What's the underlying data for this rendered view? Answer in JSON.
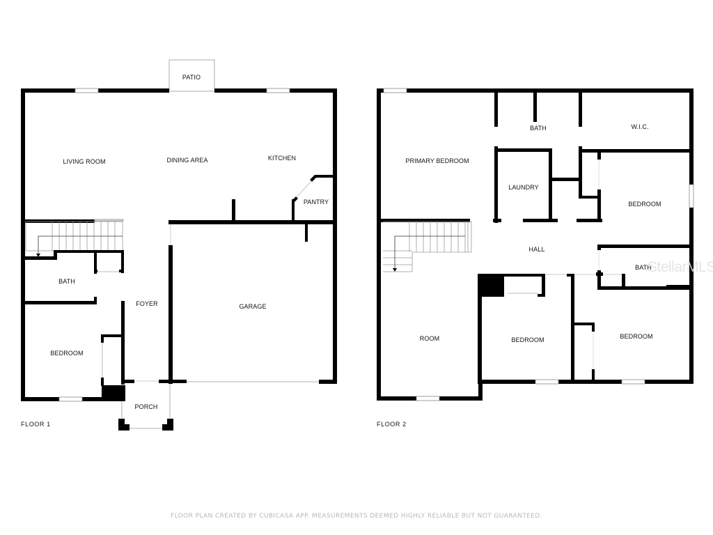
{
  "floor1": {
    "label": "FLOOR 1",
    "rooms": {
      "patio": "PATIO",
      "living_room": "LIVING ROOM",
      "dining_area": "DINING AREA",
      "kitchen": "KITCHEN",
      "pantry": "PANTRY",
      "bath": "BATH",
      "foyer": "FOYER",
      "garage": "GARAGE",
      "bedroom": "BEDROOM",
      "porch": "PORCH"
    }
  },
  "floor2": {
    "label": "FLOOR 2",
    "rooms": {
      "primary_bedroom": "PRIMARY BEDROOM",
      "bath_primary": "BATH",
      "wic": "W.I.C.",
      "laundry": "LAUNDRY",
      "bedroom_east": "BEDROOM",
      "hall": "HALL",
      "bath_hall": "BATH",
      "room": "ROOM",
      "bedroom_center": "BEDROOM",
      "bedroom_southeast": "BEDROOM"
    }
  },
  "footer": {
    "disclaimer": "FLOOR PLAN CREATED BY CUBICASA APP. MEASUREMENTS DEEMED HIGHLY RELIABLE BUT NOT GUARANTEED."
  },
  "watermark": {
    "text": "StellarMLS"
  },
  "colors": {
    "wall": "#000000",
    "thin_line": "#999999",
    "background": "#ffffff",
    "footer_text": "#b8b8b8"
  }
}
